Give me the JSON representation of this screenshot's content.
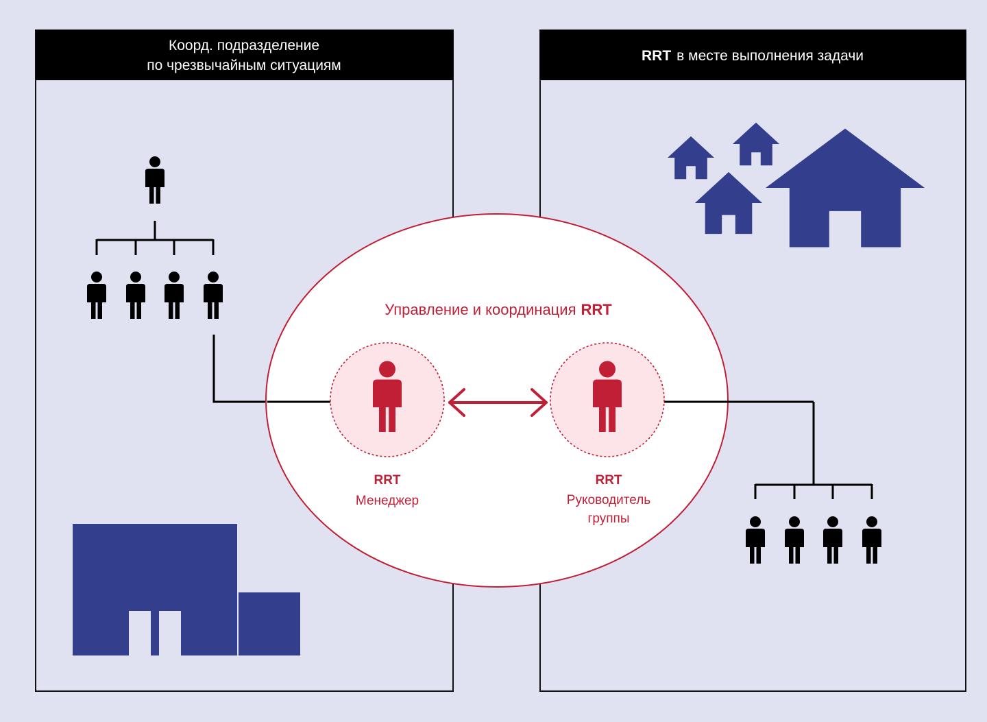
{
  "colors": {
    "background": "#e1e2f1",
    "frame": "#111111",
    "header_bg": "#000000",
    "header_text": "#ffffff",
    "building": "#333e8c",
    "accent": "#c01f36",
    "accent_light": "#fce4e8",
    "ellipse_fill": "#ffffff",
    "person_black": "#000000"
  },
  "left_panel": {
    "title_line1": "Коорд. подразделение",
    "title_line2": "по чрезвычайным ситуациям"
  },
  "right_panel": {
    "title_bold": "RRT",
    "title_rest": "в месте выполнения задачи"
  },
  "center": {
    "heading_text": "Управление и координация",
    "heading_bold": "RRT",
    "manager": {
      "line1": "RRT",
      "line2": "Менеджер"
    },
    "leader": {
      "line1": "RRT",
      "line2": "Руководитель",
      "line3": "группы"
    }
  },
  "icons": {
    "person": "person-icon",
    "house": "house-icon",
    "office": "office-building-icon",
    "arrow": "double-arrow-icon"
  }
}
